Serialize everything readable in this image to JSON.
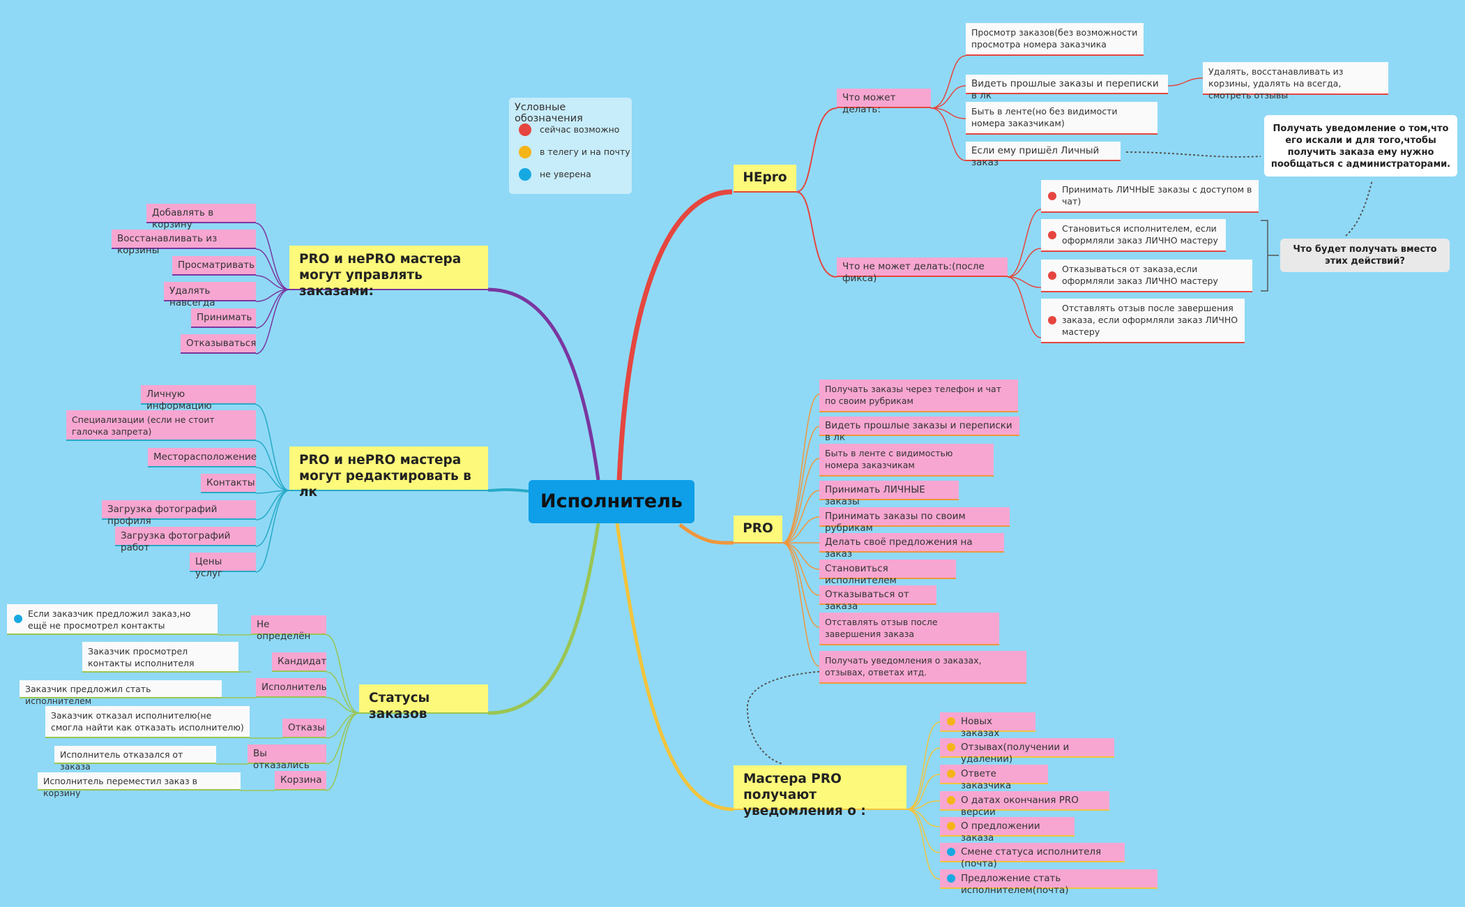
{
  "central": "Исполнитель",
  "legend": {
    "title": "Условные обозначения",
    "items": [
      {
        "label": "сейчас возможно",
        "color": "#e5463f"
      },
      {
        "label": "в телегу и на почту",
        "color": "#f5b418"
      },
      {
        "label": "не уверена",
        "color": "#16a9e1"
      }
    ]
  },
  "colors": {
    "red": "#e5463f",
    "orange": "#f5b418",
    "blue": "#16a9e1"
  },
  "hepro": {
    "label": "НЕpro",
    "can": {
      "label": "Что может делать:",
      "items": [
        "Просмотр заказов(без возможности просмотра номера заказчика",
        "Видеть прошлые заказы и переписки в лк",
        "Быть в ленте(но без видимости номера заказчикам)",
        "Если ему пришёл Личный заказ"
      ],
      "sub": "Удалять, восстанавливать из корзины, удалять на всегда, смотреть отзывы"
    },
    "cannot": {
      "label": "Что не может делать:(после фикса)",
      "items": [
        "Принимать ЛИЧНЫЕ заказы с доступом в чат)",
        "Становиться исполнителем, если оформляли заказ ЛИЧНО мастеру",
        "Отказываться от заказа,если оформляли заказ ЛИЧНО мастеру",
        "Отставлять отзыв после завершения заказа, если оформляли заказ ЛИЧНО мастеру"
      ],
      "summary": "Что будет получать вместо этих действий?"
    },
    "callout": "Получать уведомление о том,что его искали и для того,чтобы получить заказа ему нужно пообщаться с администраторами."
  },
  "pro": {
    "label": "PRO",
    "items": [
      "Получать заказы через телефон и чат по своим рубрикам",
      "Видеть прошлые заказы и переписки в лк",
      "Быть в ленте с видимостью номера заказчикам",
      "Принимать ЛИЧНЫЕ заказы",
      "Принимать заказы по своим рубрикам",
      "Делать своё предложения на заказ",
      "Становиться исполнителем",
      "Отказываться от заказа",
      "Отставлять отзыв после завершения заказа",
      "Получать уведомления о заказах, отзывах, ответах итд."
    ]
  },
  "notify": {
    "label": "Мастера PRO получают уведомления о :",
    "items": [
      "Новых заказах",
      "Отзывах(получении и удалении)",
      "Ответе заказчика",
      "О датах окончания PRO версии",
      "О предложении заказа",
      "Смене статуса исполнителя (почта)",
      "Предложение стать исполнителем(почта)"
    ]
  },
  "manage": {
    "label": "PRO и неPRO мастера могут управлять заказами:",
    "items": [
      "Добавлять в корзину",
      "Восстанавливать из корзины",
      "Просматривать",
      "Удалять навсегда",
      "Принимать",
      "Отказываться"
    ]
  },
  "edit": {
    "label": "PRO и неPRO мастера могут редактировать в лк",
    "items": [
      "Личную информацию",
      "Специализации (если не стоит галочка запрета)",
      "Месторасположение",
      "Контакты",
      "Загрузка фотографий профиля",
      "Загрузка фотографий работ",
      "Цены услуг"
    ]
  },
  "statuses": {
    "label": "Статусы заказов",
    "items": [
      {
        "status": "Не определён",
        "desc": "Если заказчик  предложил заказ,но ещё не просмотрел контакты"
      },
      {
        "status": "Кандидат",
        "desc": "Заказчик просмотрел контакты исполнителя"
      },
      {
        "status": "Исполнитель",
        "desc": "Заказчик предложил стать исполнителем"
      },
      {
        "status": "Отказы",
        "desc": "Заказчик отказал исполнителю(не смогла найти как отказать исполнителю)"
      },
      {
        "status": "Вы отказались",
        "desc": "Исполнитель отказался от заказа"
      },
      {
        "status": "Корзина",
        "desc": "Исполнитель переместил заказ в корзину"
      }
    ]
  }
}
